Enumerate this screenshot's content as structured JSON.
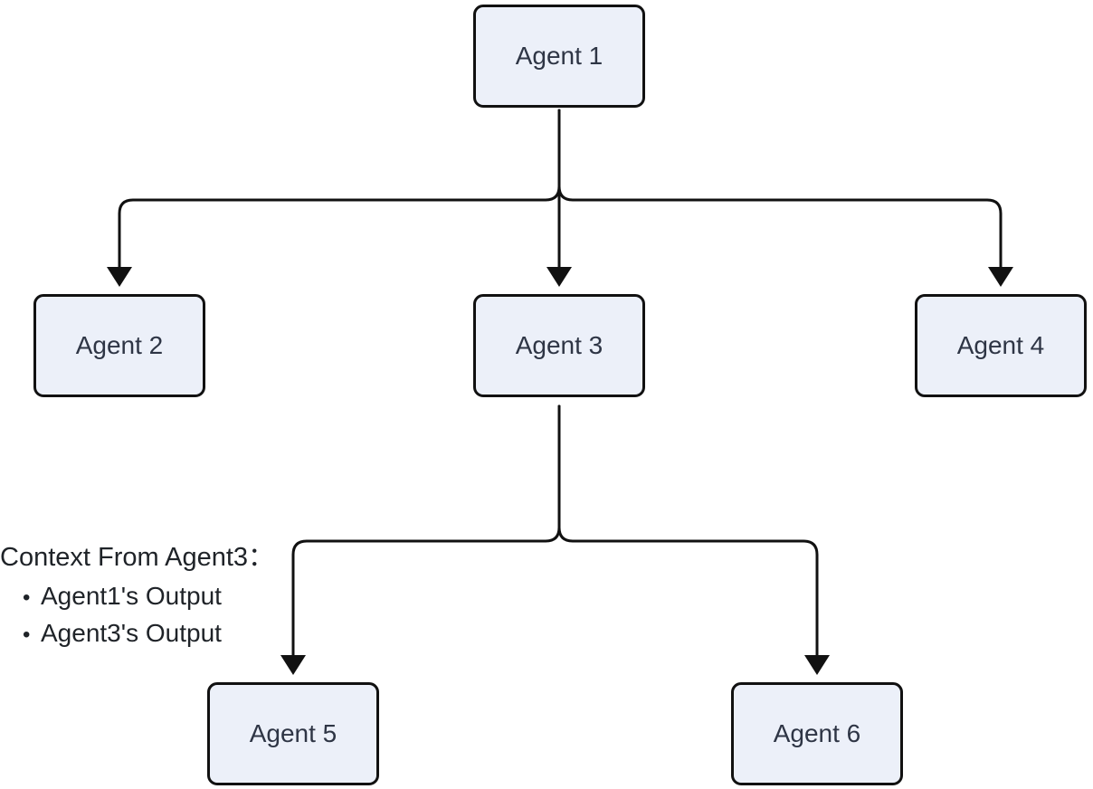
{
  "diagram": {
    "colors": {
      "background": "#FFFFFF",
      "edge": "#111111",
      "node_fill": "#ECF0F9",
      "node_border": "#111111",
      "node_text": "#2E3545",
      "annotation_text": "#1F2328"
    },
    "nodes": [
      {
        "id": "agent1",
        "label": "Agent 1"
      },
      {
        "id": "agent2",
        "label": "Agent 2"
      },
      {
        "id": "agent3",
        "label": "Agent 3"
      },
      {
        "id": "agent4",
        "label": "Agent 4"
      },
      {
        "id": "agent5",
        "label": "Agent 5"
      },
      {
        "id": "agent6",
        "label": "Agent 6"
      }
    ],
    "edges": [
      {
        "from": "agent1",
        "to": "agent2"
      },
      {
        "from": "agent1",
        "to": "agent3"
      },
      {
        "from": "agent1",
        "to": "agent4"
      },
      {
        "from": "agent3",
        "to": "agent5"
      },
      {
        "from": "agent3",
        "to": "agent6"
      }
    ],
    "annotation": {
      "title": "Context From Agent3：",
      "items": [
        "Agent1's Output",
        "Agent3's Output"
      ],
      "bullet_glyph": "●"
    }
  }
}
